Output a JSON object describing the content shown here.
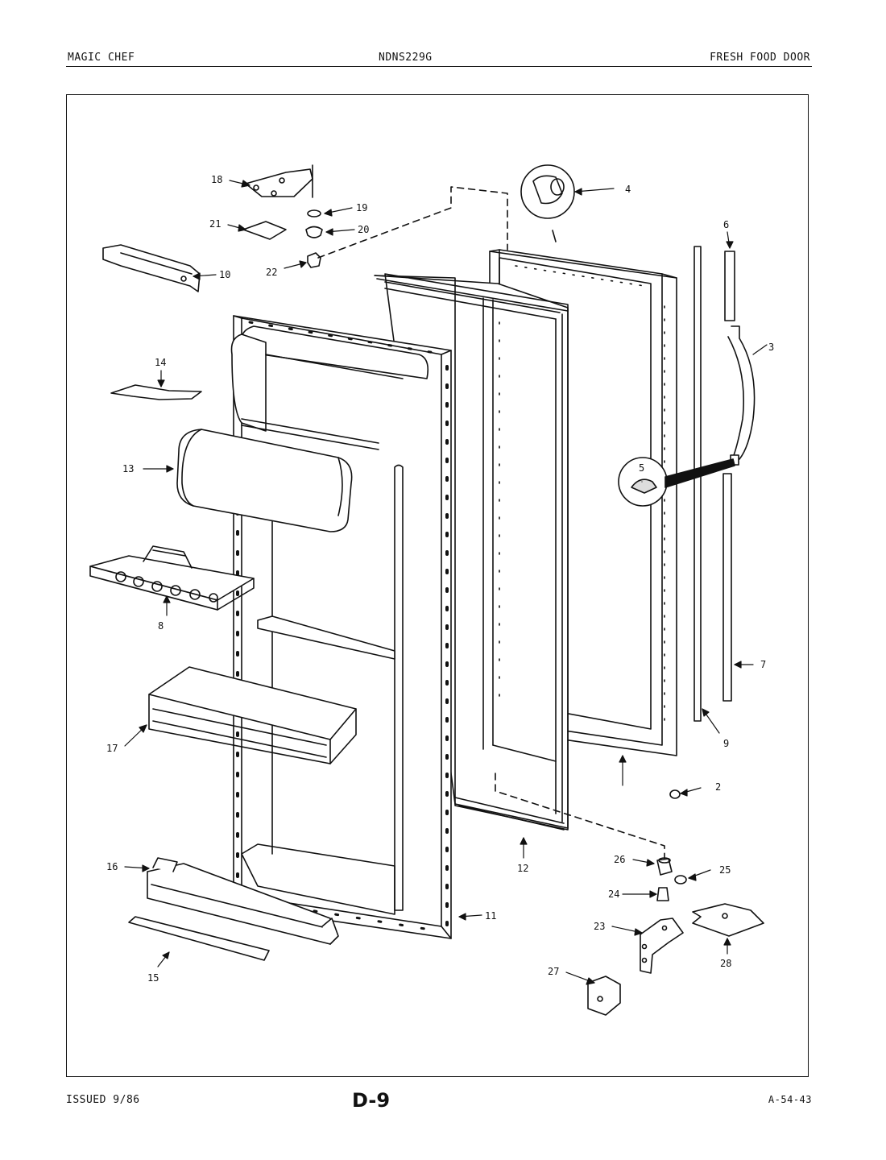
{
  "header": {
    "brand": "MAGIC CHEF",
    "model": "NDNS229G",
    "section": "FRESH FOOD DOOR"
  },
  "footer": {
    "issued": "ISSUED 9/86",
    "page": "D-9",
    "code": "A-54-43"
  },
  "diagram": {
    "callouts": {
      "c1": "2",
      "c2": "3",
      "c3": "4",
      "c4": "5",
      "c5": "6",
      "c6": "7",
      "c7": "8",
      "c8": "9",
      "c9": "10",
      "c10": "11",
      "c11": "12",
      "c12": "13",
      "c13": "14",
      "c14": "15",
      "c15": "16",
      "c16": "17",
      "c17": "18",
      "c18": "19",
      "c19": "20",
      "c20": "21",
      "c21": "22",
      "c22": "23",
      "c23": "24",
      "c24": "25",
      "c25": "26",
      "c26": "27",
      "c27": "28"
    }
  },
  "colors": {
    "line": "#111111",
    "fill": "#ffffff",
    "shade": "#dddddd"
  }
}
